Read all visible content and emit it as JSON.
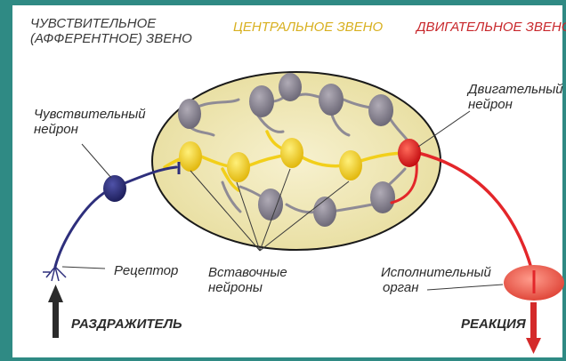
{
  "headers": {
    "afferent_line1": "ЧУВСТВИТЕЛЬНОЕ",
    "afferent_line2": "(АФФЕРЕНТНОЕ) ЗВЕНО",
    "central": "ЦЕНТРАЛЬНОЕ ЗВЕНО",
    "motor": "ДВИГАТЕЛЬНОЕ ЗВЕНО"
  },
  "labels": {
    "sensory_neuron_line1": "Чувствительный",
    "sensory_neuron_line2": "нейрон",
    "motor_neuron_line1": "Двигательный",
    "motor_neuron_line2": "нейрон",
    "receptor": "Рецептор",
    "interneurons_line1": "Вставочные",
    "interneurons_line2": "нейроны",
    "effector_line1": "Исполнительный",
    "effector_line2": "орган",
    "stimulus": "РАЗДРАЖИТЕЛЬ",
    "reaction": "РЕАКЦИЯ"
  },
  "colors": {
    "sensory": "#2e2f7c",
    "central_fill": "#efe8b4",
    "interneuron": "#f0cc1a",
    "grey_neuron": "#8a8592",
    "motor": "#e3262a",
    "effector": "#f06a5c",
    "background": "#2f8a84"
  }
}
